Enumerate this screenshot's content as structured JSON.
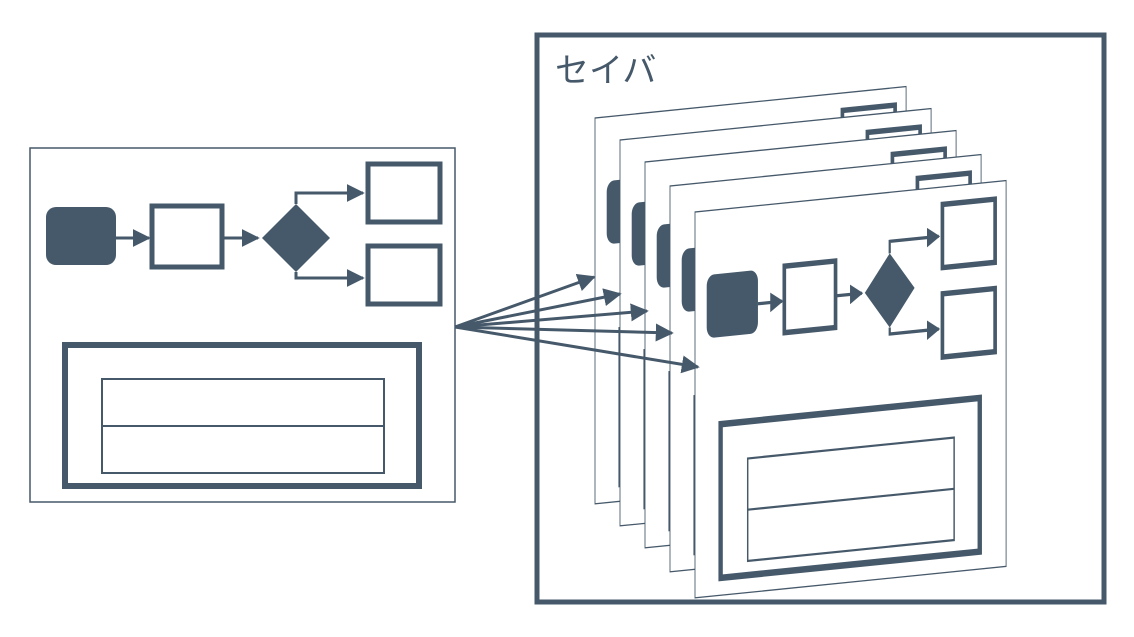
{
  "server": {
    "label": "セイバ"
  },
  "colors": {
    "primary": "#46596a",
    "background": "#ffffff"
  },
  "diagram": {
    "source_document": {
      "flow_elements": [
        "start-node",
        "process-node",
        "decision-node",
        "branch-upper-node",
        "branch-lower-node"
      ],
      "table_rows": 2
    },
    "copies_in_server": 5
  }
}
